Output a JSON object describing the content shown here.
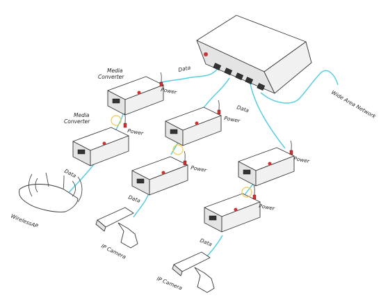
{
  "labels": {
    "media_converter_1": "Media\nConverter",
    "media_converter_2": "Media\nConverter",
    "data_switch_link": "Data",
    "data_main_link": "Data",
    "data_ap": "Data",
    "data_cam1": "Data",
    "data_cam2": "Data",
    "power_1": "Power",
    "power_2": "Power",
    "power_3": "Power",
    "power_4": "Power",
    "power_5": "Power",
    "power_6": "Power",
    "wide_area_network": "Wide Area Network",
    "wireless_ap": "WirelessAP",
    "ip_camera_1": "IP Camera",
    "ip_camera_2": "IP Camera"
  },
  "colors": {
    "fiber_cable": "#55cde0",
    "power_cable": "#333333",
    "power_plug": "#cc3333",
    "power_indicator_ring": "#f2c94c",
    "brand_logo": "#cc3333"
  }
}
